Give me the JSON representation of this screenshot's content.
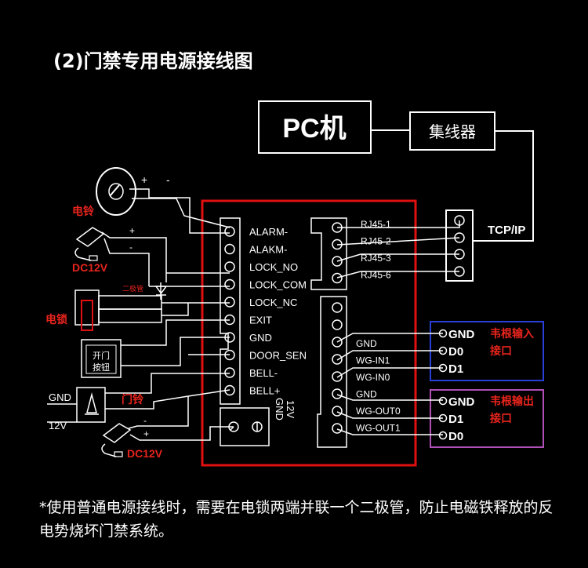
{
  "title": "(2)门禁专用电源接线图",
  "pc_label": "PC机",
  "hub_label": "集线器",
  "tcpip_label": "TCP/IP",
  "left_terminals": [
    "ALARM-",
    "ALAKM-",
    "LOCK_NO",
    "LOCK_COM",
    "LOCK_NC",
    "EXIT",
    "GND",
    "DOOR_SEN",
    "BELL-",
    "BELL+"
  ],
  "rj45_labels": [
    "RJ45-1",
    "RJ45-2",
    "RJ45-3",
    "RJ45-6"
  ],
  "wiegand_labels": [
    "GND",
    "WG-IN1",
    "WG-IN0",
    "GND",
    "WG-OUT0",
    "WG-OUT1"
  ],
  "power_labels": [
    "12V",
    "GND"
  ],
  "devices": {
    "bell": "电铃",
    "dc12v_top": "DC12V",
    "diode": "二极管",
    "lock": "电锁",
    "exit_button_line1": "开门",
    "exit_button_line2": "按钮",
    "doorbell": "门铃",
    "gnd": "GND",
    "v12": "12V",
    "dc12v_bottom": "DC12V",
    "plus": "+",
    "minus": "-"
  },
  "wiegand_in": {
    "title_line1": "韦根输入",
    "title_line2": "接口",
    "pins": [
      "GND",
      "D0",
      "D1"
    ]
  },
  "wiegand_out": {
    "title_line1": "韦根输出",
    "title_line2": "接口",
    "pins": [
      "GND",
      "D1",
      "D0"
    ]
  },
  "footnote": "*使用普通电源接线时，需要在电锁两端并联一个二极管，防止电磁铁释放的反电势烧坏门禁系统。",
  "colors": {
    "background": "#000000",
    "wire": "#ffffff",
    "board_border": "#e01010",
    "wiegand_in_border": "#2a3fd8",
    "wiegand_out_border": "#b04fb8",
    "accent_text": "#e8241c"
  }
}
